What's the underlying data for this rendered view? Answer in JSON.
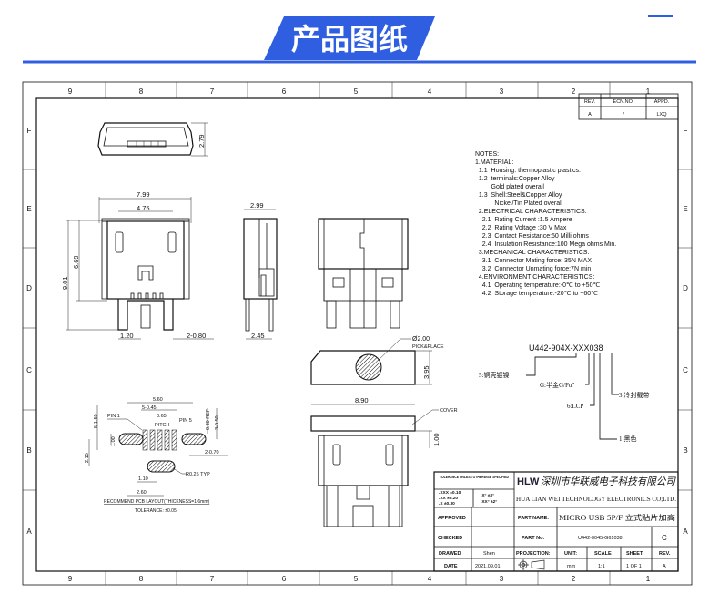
{
  "banner": {
    "title": "产品图纸",
    "color": "#2f5fe0"
  },
  "grid": {
    "columns": [
      "9",
      "8",
      "7",
      "6",
      "5",
      "4",
      "3",
      "2",
      "1"
    ],
    "rows": [
      "F",
      "E",
      "D",
      "C",
      "B",
      "A"
    ]
  },
  "revision_table": {
    "headers": [
      "REV.",
      "ECN.NO.",
      "APPD."
    ],
    "row": [
      "A",
      "/",
      "LXQ"
    ]
  },
  "notes": [
    "NOTES:",
    "1.MATERIAL:",
    "  1.1  Housing: thermoplastic plastics.",
    "  1.2  terminals:Copper Alloy",
    "         Gold plated overall",
    "  1.3  Shell:Steel&Copper Alloy",
    "           Nickel/Tin Plated overall",
    "  2.ELECTRICAL CHARACTERISTICS:",
    "    2.1  Rating Current :1.5 Ampere",
    "    2.2  Rating Voltage :30 V Max",
    "    2.3  Contact Resistance:50 Milli ohms",
    "    2.4  Insulation Resistance:100 Mega ohms Min.",
    "  3.MECHANICAL CHARACTERISTICS:",
    "    3.1  Connector Mating force: 35N MAX",
    "    3.2  Connector Unmating force:7N min",
    "  4.ENVIRONMENT CHARACTERISTICS:",
    "    4.1  Operating temperature:-0℃ to +50℃",
    "    4.2  Storage temperature:-20℃ to +60℃"
  ],
  "part_code": {
    "code": "U442-904X-XXX038",
    "legend": [
      "5:铜壳镀镍",
      "G:半金G/Fu\"",
      "6:LCP",
      "3:冷封载带",
      "1:黑色"
    ]
  },
  "dimensions": {
    "top_view_height": "2.79",
    "front_width": "7.99",
    "front_pin_span": "4.75",
    "front_height": "9.01",
    "front_height2": "6.69",
    "front_tab": "1.20",
    "front_legs": "2-0.80",
    "side_width": "2.99",
    "side_leg": "2.45",
    "pick_dia": "Ø2.00",
    "pick_label": "PICK&PLACE",
    "cover_height": "3.95",
    "cover_width": "8.90",
    "cover_label": "COVER",
    "cover_offset": "1.00"
  },
  "pcb_layout": {
    "dims": [
      "5.60",
      "5-0.45",
      "0.65",
      "PITCH",
      "PIN 1",
      "PIN 5",
      "5-1.50",
      "1.00",
      "2.15",
      "0.30 REF",
      "3-0.50",
      "2-0.70",
      "1.10",
      "2.60",
      "R0.25 TYP"
    ],
    "caption": "RECOMMEND PCB LAYOUT(THICKNESS=1.6mm)",
    "tolerance": "TOLERANCE: ±0.05"
  },
  "title_block": {
    "tolerance_title": "TOLERANCE UNLESS OTHERWISE SPECIFIED",
    "tol_lines": [
      ".XXX ±0.10",
      ".XX ±0.20",
      ".X ±0.30"
    ],
    "ang_lines": [
      ".X° ±3°",
      ".XX° ±2°"
    ],
    "logo": "HLW",
    "company_cn": "深圳市华联威电子科技有限公司",
    "company_en": "HUA LIAN WEI TECHNOLOGY ELECTRONICS CO;LTD.",
    "approved_label": "APPROVED",
    "checked_label": "CHECKED",
    "drawed_label": "DRAWED",
    "drawed_value": "Shen",
    "date_label": "DATE",
    "date_value": "2021.09.01",
    "part_name_label": "PART NAME:",
    "part_name_value": "MICRO USB 5P/F 立式贴片加高",
    "part_no_label": "PART No:",
    "part_no_value": "U442-9045-G61038",
    "part_no_rev": "C",
    "projection_label": "PROJECTION:",
    "unit_label": "UNIT:",
    "unit_value": "mm",
    "scale_label": "SCALE",
    "scale_value": "1:1",
    "sheet_label": "SHEET",
    "sheet_value": "1 OF 1",
    "rev_label": "REV.",
    "rev_value": "A"
  }
}
